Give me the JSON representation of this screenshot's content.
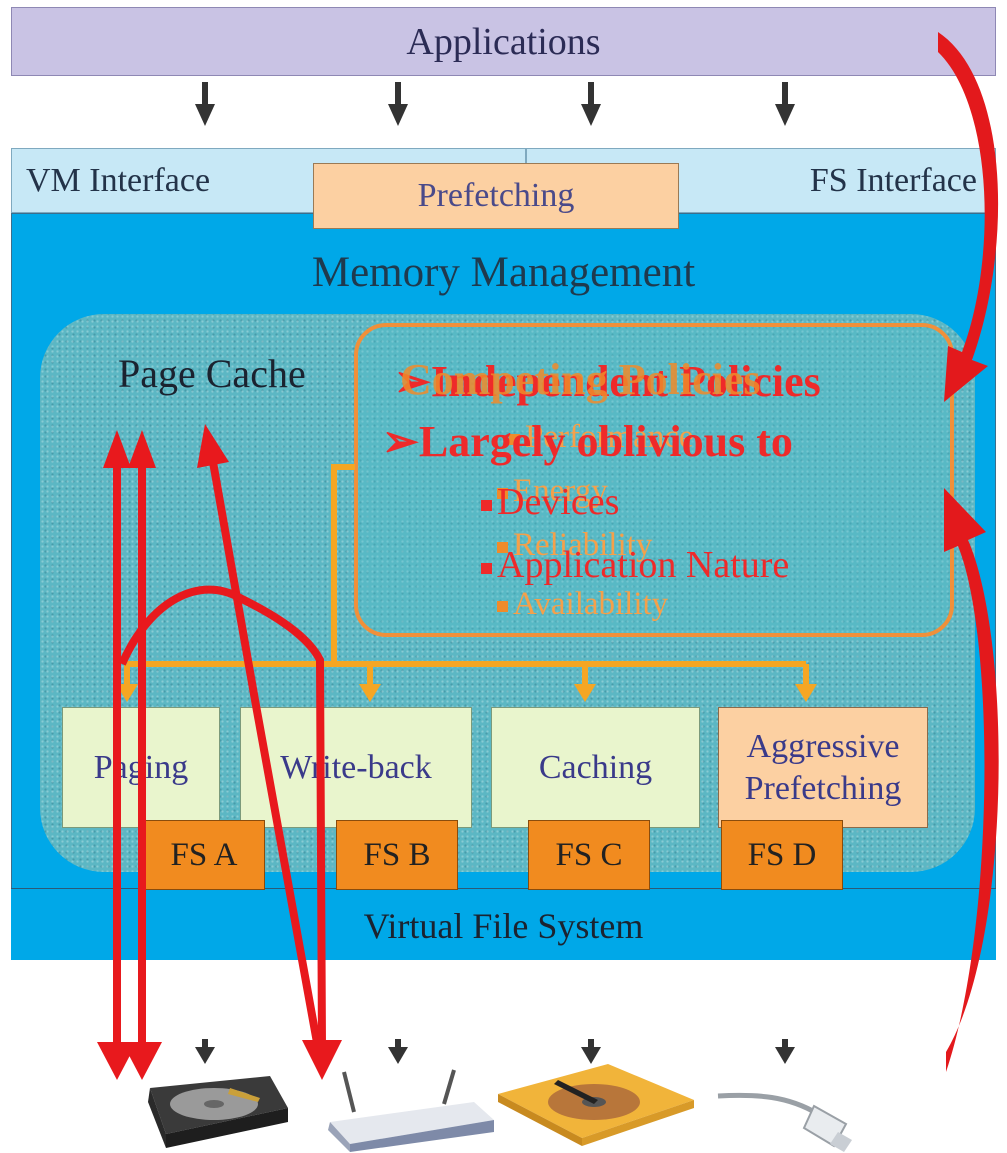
{
  "applications": {
    "label": "Applications"
  },
  "interfaces": {
    "vm": "VM Interface",
    "prefetching": "Prefetching",
    "fs": "FS Interface"
  },
  "memory_management": {
    "title": "Memory Management",
    "page_cache": "Page Cache"
  },
  "callout": {
    "line1_back": "Independent Policies",
    "line1_front": "Competing Policies",
    "line2": "Largely oblivious to",
    "sub_orange": [
      "Performance",
      "Energy",
      "Reliability",
      "Availability"
    ],
    "sub_red": [
      "Devices",
      "Application Nature"
    ],
    "arrow_glyph": "➢"
  },
  "modules": [
    {
      "label": "Paging"
    },
    {
      "label": "Write-back"
    },
    {
      "label": "Caching"
    },
    {
      "label_line1": "Aggressive",
      "label_line2": "Prefetching"
    }
  ],
  "vfs": {
    "label": "Virtual File System"
  },
  "filesystems": [
    "FS A",
    "FS B",
    "FS C",
    "FS D"
  ],
  "devices": [
    "hard-disk",
    "wireless-router",
    "open-hard-drive",
    "network-cable"
  ],
  "colors": {
    "applications": "#c9c3e4",
    "interface": "#c7e8f6",
    "prefetch": "#fcd0a2",
    "memory_management": "#00a8e8",
    "page_cache": "#5cb7c4",
    "fs_box": "#f18b1f",
    "red_arrows": "#ee1c1c",
    "orange_lines": "#f5a623",
    "dark_arrow": "#333333"
  }
}
